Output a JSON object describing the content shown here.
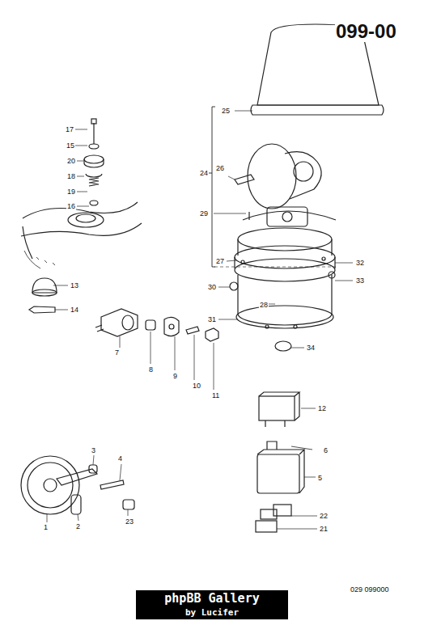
{
  "diagram": {
    "title": "099-00",
    "caption": "029 099000",
    "labels": [
      "17",
      "15",
      "20",
      "18",
      "19",
      "16",
      "13",
      "14",
      "7",
      "8",
      "9",
      "10",
      "11",
      "12",
      "6",
      "5",
      "22",
      "21",
      "1",
      "2",
      "3",
      "4",
      "23",
      "25",
      "24",
      "26",
      "29",
      "27",
      "32",
      "30",
      "33",
      "28",
      "31",
      "34",
      "phpBB Gallery",
      "by Lucifer"
    ]
  }
}
